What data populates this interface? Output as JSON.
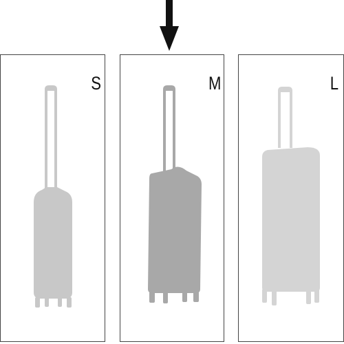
{
  "sizes": [
    {
      "label": "S",
      "selected": false
    },
    {
      "label": "M",
      "selected": true
    },
    {
      "label": "L",
      "selected": false
    }
  ],
  "colors": {
    "small_suitcase": "#c8c8c8",
    "medium_suitcase": "#a8a8a8",
    "large_suitcase": "#d4d4d4",
    "arrow": "#111111",
    "panel_border": "#444444"
  },
  "icons": {
    "selection_indicator": "arrow-down-icon",
    "product": "suitcase-icon"
  }
}
